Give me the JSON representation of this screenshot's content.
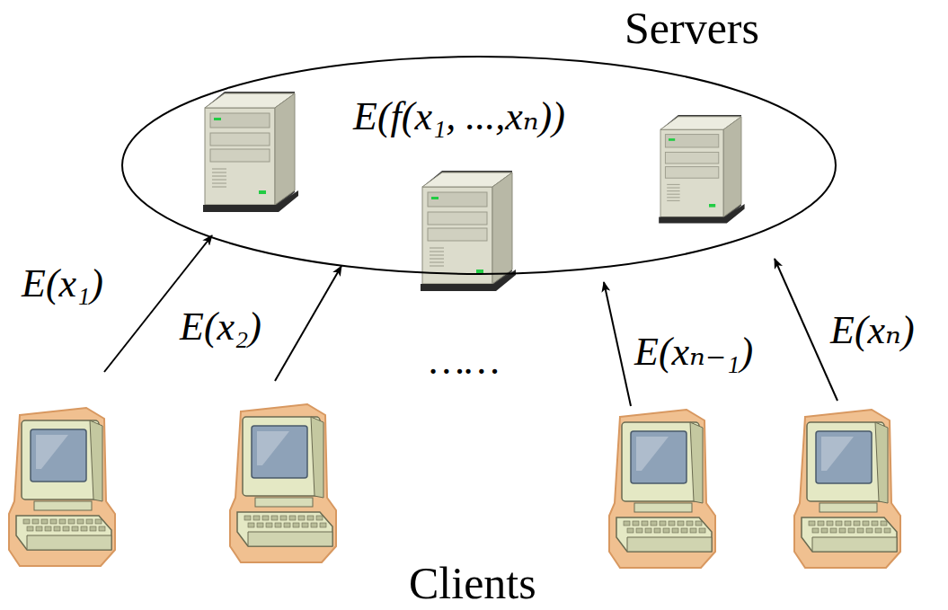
{
  "diagram": {
    "nodes": [
      {
        "text": [
          "Servers",
          "E(f(x₁, ...,xₙ))"
        ]
      }
    ],
    "labels": [
      "E(x₁)",
      "E(x₂)",
      "……",
      "E(xₙ₋₁)",
      "E(xₙ)",
      "Clients"
    ]
  }
}
